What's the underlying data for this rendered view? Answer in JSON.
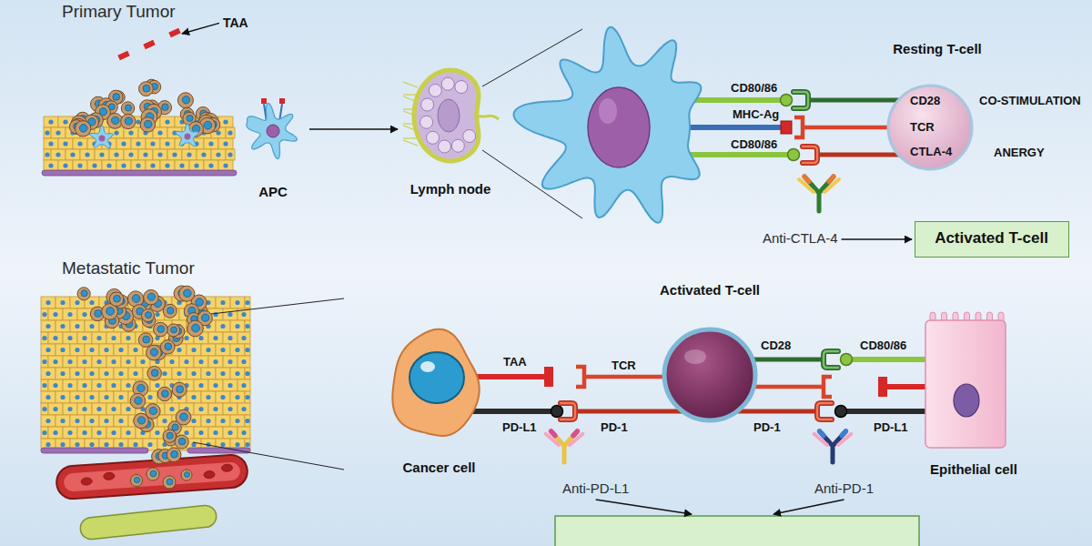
{
  "diagram": {
    "nodes": [
      {
        "text": [
          "APC"
        ]
      },
      {
        "text": [
          "Lymph node"
        ]
      },
      {
        "text": [
          "Resting T-cell"
        ]
      },
      {
        "text": [
          "Activated T-cell"
        ]
      },
      {
        "text": [
          "Cancer cell"
        ]
      },
      {
        "text": [
          "Activated T-cell"
        ]
      },
      {
        "text": [
          "Epithelial cell"
        ]
      }
    ],
    "edges": [
      {
        "from": 0,
        "to": 1,
        "arrow": "to"
      }
    ],
    "labels": [
      "Primary Tumor",
      "TAA",
      "CD80/86",
      "MHC-Ag",
      "CD80/86",
      "CD28",
      "TCR",
      "CTLA-4",
      "CO-STIMULATION",
      "ANERGY",
      "Anti-CTLA-4",
      "Metastatic Tumor",
      "TAA",
      "PD-L1",
      "TCR",
      "PD-1",
      "CD28",
      "CD80/86",
      "PD-1",
      "PD-L1",
      "Anti-PD-L1",
      "Anti-PD-1"
    ]
  }
}
